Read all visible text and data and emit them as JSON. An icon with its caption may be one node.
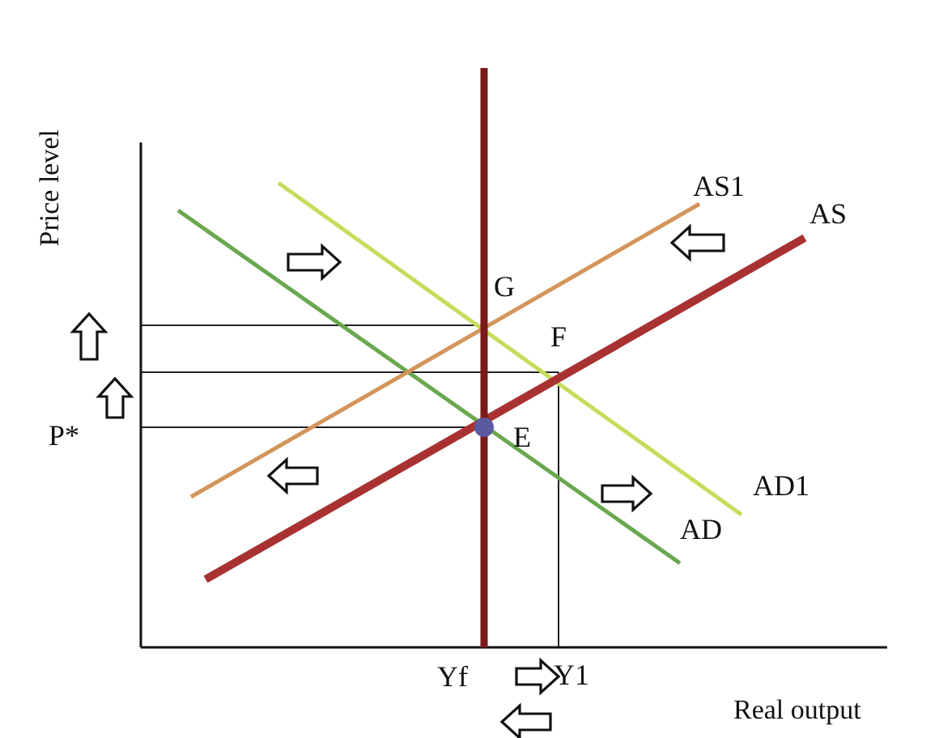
{
  "diagram": {
    "labels": [
      "Price level",
      "AS1",
      "AS",
      "G",
      "F",
      "P*",
      "E",
      "AD1",
      "AD",
      "Yf",
      "Y1",
      "Real output"
    ]
  }
}
